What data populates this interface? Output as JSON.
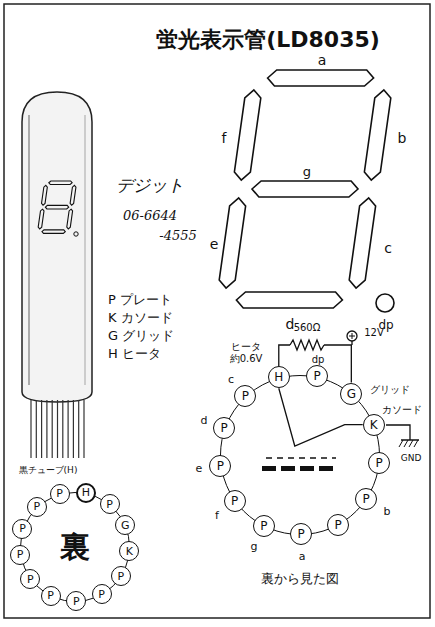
{
  "diagram": {
    "title": "蛍光表示管(LD8035)",
    "nodes": [
      {
        "text": [
          "裏"
        ]
      },
      {
        "text": [
          "H"
        ],
        "in": 0
      },
      {
        "text": [
          "P"
        ],
        "in": 0
      },
      {
        "text": [
          "G"
        ],
        "in": 0
      },
      {
        "text": [
          "K"
        ],
        "in": 0
      },
      {
        "text": [
          "P"
        ],
        "in": 0
      },
      {
        "text": [
          "P"
        ],
        "in": 0
      },
      {
        "text": [
          "P"
        ],
        "in": 0
      },
      {
        "text": [
          "P"
        ],
        "in": 0
      },
      {
        "text": [
          "P"
        ],
        "in": 0
      },
      {
        "text": [
          "P"
        ],
        "in": 0
      },
      {
        "text": [
          "P"
        ],
        "in": 0
      },
      {
        "text": [
          "P"
        ],
        "in": 0
      },
      {
        "text": [
          "P"
        ],
        "in": 0
      },
      {
        "text": [
          "裏から見た図"
        ]
      },
      {
        "text": [
          "H"
        ],
        "in": 14
      },
      {
        "text": [
          "P"
        ],
        "in": 14
      },
      {
        "text": [
          "G"
        ],
        "in": 14
      },
      {
        "text": [
          "K"
        ],
        "in": 14
      },
      {
        "text": [
          "P"
        ],
        "in": 14
      },
      {
        "text": [
          "P"
        ],
        "in": 14
      },
      {
        "text": [
          "P"
        ],
        "in": 14
      },
      {
        "text": [
          "P"
        ],
        "in": 14
      },
      {
        "text": [
          "P"
        ],
        "in": 14
      },
      {
        "text": [
          "P"
        ],
        "in": 14
      },
      {
        "text": [
          "P"
        ],
        "in": 14
      },
      {
        "text": [
          "P"
        ],
        "in": 14
      },
      {
        "text": [
          "P"
        ],
        "in": 14
      }
    ],
    "edges": [
      {
        "from": 15,
        "to": 18,
        "arrow": "none"
      },
      {
        "from": 15,
        "to": 17,
        "arrow": "none"
      }
    ],
    "labels": [
      "デジット",
      "06-6644",
      "-4555",
      "a",
      "b",
      "c",
      "d",
      "e",
      "f",
      "g",
      "dp",
      "P プレート",
      "K カソード",
      "G グリッド",
      "H ヒータ",
      "黒チューブ(H)",
      "560Ω",
      "12V",
      "ヒータ 約0.6V",
      "dp",
      "グリッド",
      "カソード",
      "GND",
      "b",
      "a",
      "g",
      "f",
      "e",
      "d",
      "c"
    ]
  }
}
